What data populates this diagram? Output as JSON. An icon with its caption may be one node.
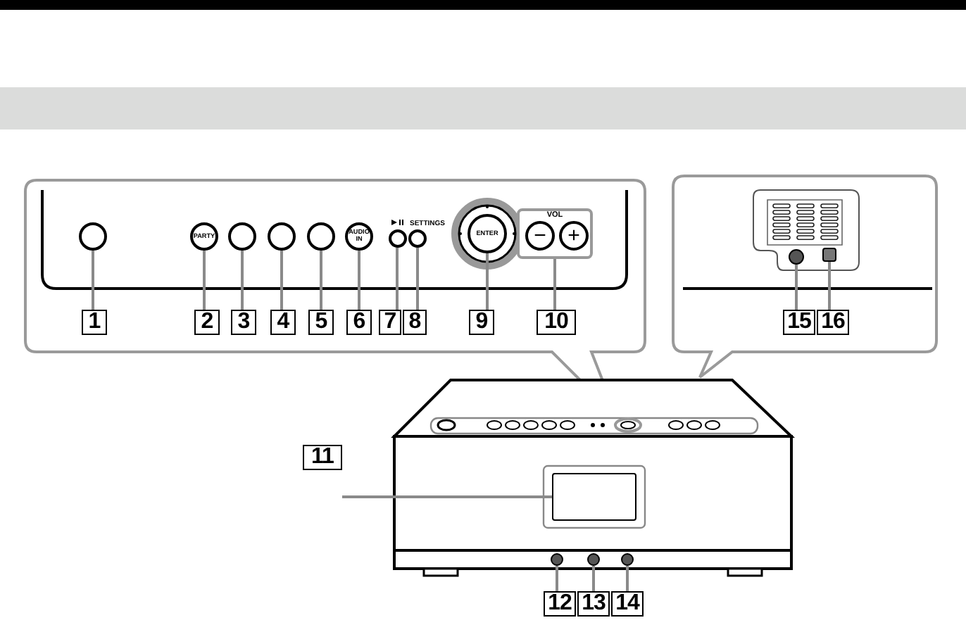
{
  "diagram": {
    "nodes": [
      {
        "text": [
          "1"
        ]
      },
      {
        "text": [
          "2"
        ]
      },
      {
        "text": [
          "3"
        ]
      },
      {
        "text": [
          "4"
        ]
      },
      {
        "text": [
          "5"
        ]
      },
      {
        "text": [
          "6"
        ]
      },
      {
        "text": [
          "7"
        ]
      },
      {
        "text": [
          "8"
        ]
      },
      {
        "text": [
          "9"
        ]
      },
      {
        "text": [
          "10"
        ]
      },
      {
        "text": [
          "11"
        ]
      },
      {
        "text": [
          "12"
        ]
      },
      {
        "text": [
          "13"
        ]
      },
      {
        "text": [
          "14"
        ]
      },
      {
        "text": [
          "15"
        ]
      },
      {
        "text": [
          "16"
        ]
      },
      {
        "text": [],
        "shape": "circle"
      },
      {
        "text": [
          "PARTY"
        ]
      },
      {
        "text": [],
        "shape": "circle"
      },
      {
        "text": [],
        "shape": "circle"
      },
      {
        "text": [],
        "shape": "circle"
      },
      {
        "text": [
          "AUDIO IN"
        ]
      },
      {
        "text": [],
        "shape": "circle"
      },
      {
        "text": [
          "SETTINGS"
        ]
      },
      {
        "text": [
          "ENTER"
        ]
      },
      {
        "text": [
          "VOL"
        ]
      },
      {
        "text": [
          "−"
        ],
        "in": 25
      },
      {
        "text": [
          "+"
        ],
        "in": 25
      },
      {
        "text": [],
        "shape": "box"
      },
      {
        "text": [],
        "shape": "circle"
      },
      {
        "text": [],
        "shape": "circle"
      },
      {
        "text": [],
        "shape": "circle"
      },
      {
        "text": [],
        "shape": "circle"
      },
      {
        "text": [],
        "shape": "box"
      }
    ],
    "edges": [
      {
        "from": 0,
        "to": 16,
        "arrow": "none"
      },
      {
        "from": 1,
        "to": 17,
        "arrow": "none"
      },
      {
        "from": 2,
        "to": 18,
        "arrow": "none"
      },
      {
        "from": 3,
        "to": 19,
        "arrow": "none"
      },
      {
        "from": 4,
        "to": 20,
        "arrow": "none"
      },
      {
        "from": 5,
        "to": 21,
        "arrow": "none"
      },
      {
        "from": 6,
        "to": 22,
        "arrow": "none"
      },
      {
        "from": 7,
        "to": 23,
        "arrow": "none"
      },
      {
        "from": 8,
        "to": 24,
        "arrow": "none"
      },
      {
        "from": 9,
        "to": 25,
        "arrow": "none"
      },
      {
        "from": 10,
        "to": 28,
        "arrow": "none"
      },
      {
        "from": 11,
        "to": 29,
        "arrow": "none"
      },
      {
        "from": 12,
        "to": 30,
        "arrow": "none"
      },
      {
        "from": 13,
        "to": 31,
        "arrow": "none"
      },
      {
        "from": 14,
        "to": 32,
        "arrow": "none"
      },
      {
        "from": 15,
        "to": 33,
        "arrow": "none"
      }
    ]
  }
}
